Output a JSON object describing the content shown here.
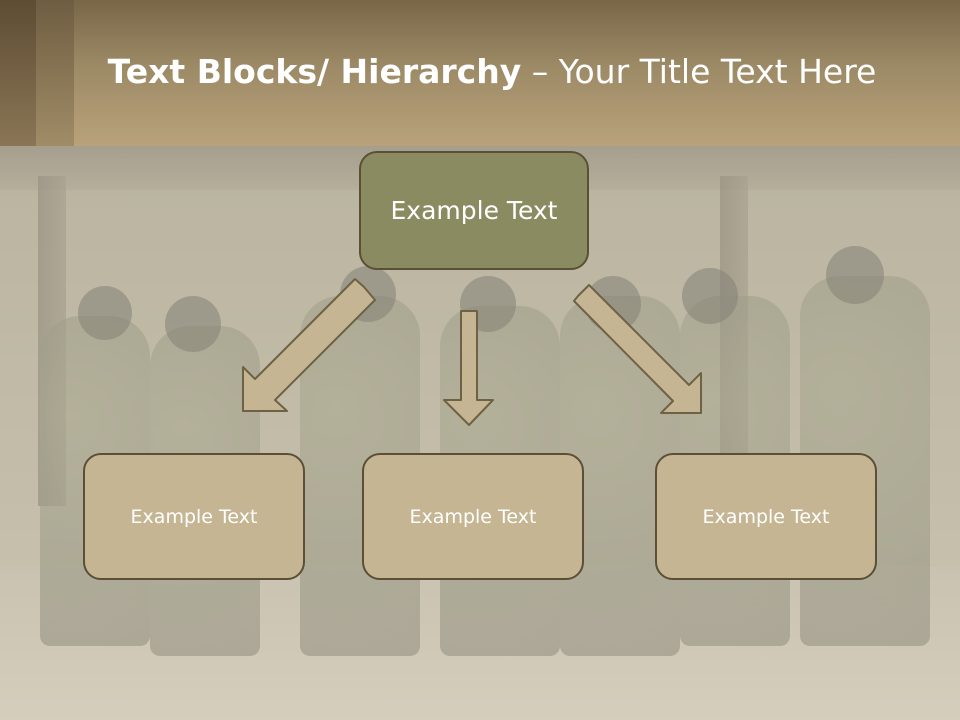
{
  "title": {
    "bold": "Text Blocks/ Hierarchy",
    "rest": " – Your Title Text Here"
  },
  "hierarchy": {
    "root": {
      "label": "Example Text"
    },
    "children": [
      {
        "label": "Example Text"
      },
      {
        "label": "Example Text"
      },
      {
        "label": "Example Text"
      }
    ]
  },
  "colors": {
    "root_fill": "#8b8b61",
    "child_fill": "#c6b592",
    "border": "#5b5036",
    "arrow_fill": "#c6b592",
    "header": "#9c8a66"
  },
  "background_photo": {
    "subject": "paintball team photo"
  }
}
